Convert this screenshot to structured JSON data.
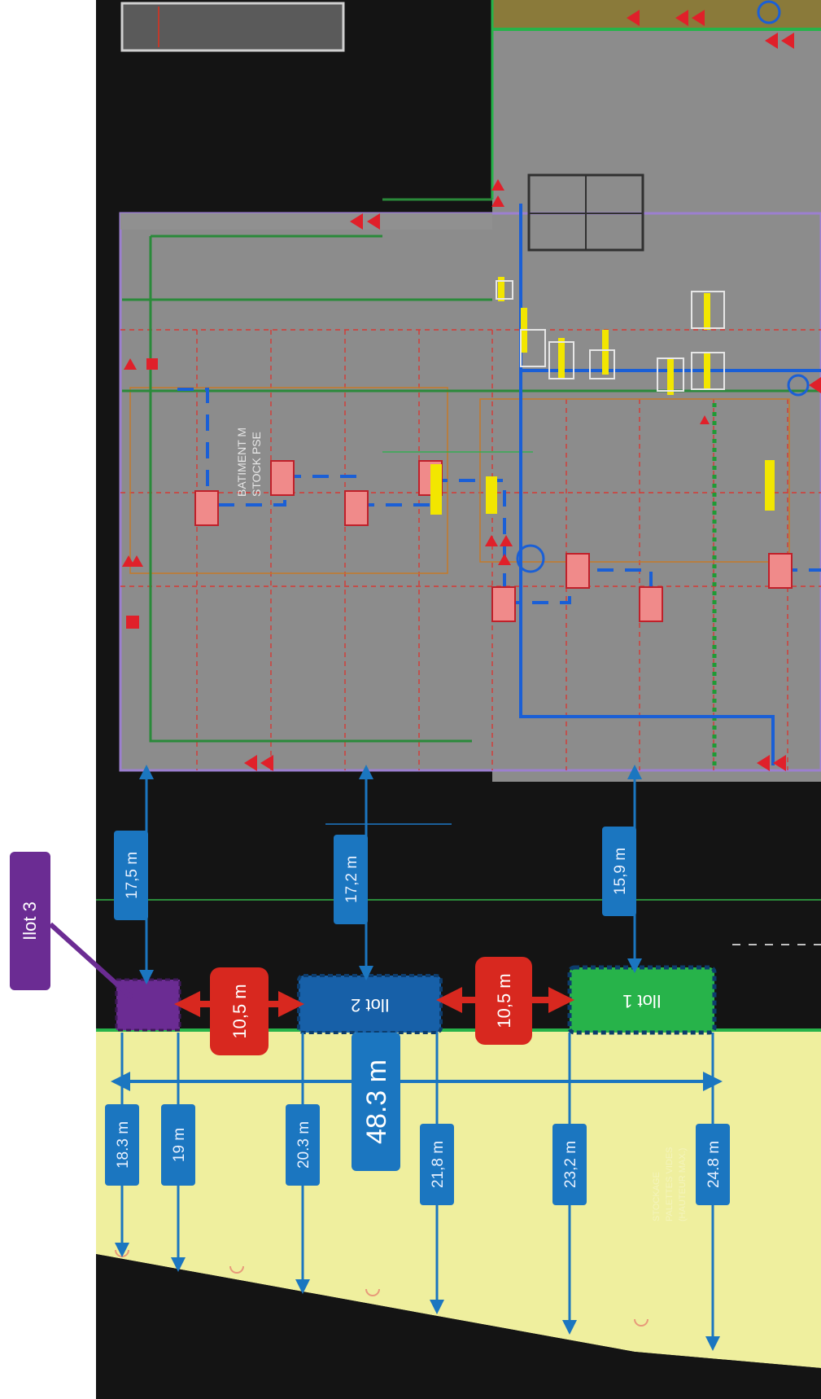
{
  "building_label": [
    "BATIMENT M",
    "STOCK PSE"
  ],
  "callout_label": "Ilot 3",
  "zones": [
    {
      "id": "ilot1",
      "label": "Ilot 1"
    },
    {
      "id": "ilot2",
      "label": "Ilot 2"
    },
    {
      "id": "ilot3",
      "label": ""
    }
  ],
  "distances_to_building": [
    "17,5 m",
    "17,2 m",
    "15,9 m"
  ],
  "gaps_between_ilots": [
    "10,5 m",
    "10,5 m"
  ],
  "total_length": "48.3 m",
  "distances_to_boundary": [
    "18.3 m",
    "19 m",
    "20.3 m",
    "21,8 m",
    "23,2 m",
    "24.8 m"
  ],
  "yellow_zone_text": [
    "STOCKAGE",
    "PALETTES VIDES",
    "(HAUTEUR MAX.)"
  ],
  "colors": {
    "background": "#141414",
    "building_floor": "#8c8c8c",
    "yellow_zone": "#efef9e",
    "measure_blue": "#1b76c0",
    "gap_red": "#d8281f",
    "ilot1_green": "#27b34a",
    "ilot2_blue": "#1760a8",
    "ilot3_purple": "#6b2c93",
    "pipe_blue": "#1a5fd6",
    "fire_red": "#e0202a",
    "marker_yellow": "#f2e600"
  }
}
